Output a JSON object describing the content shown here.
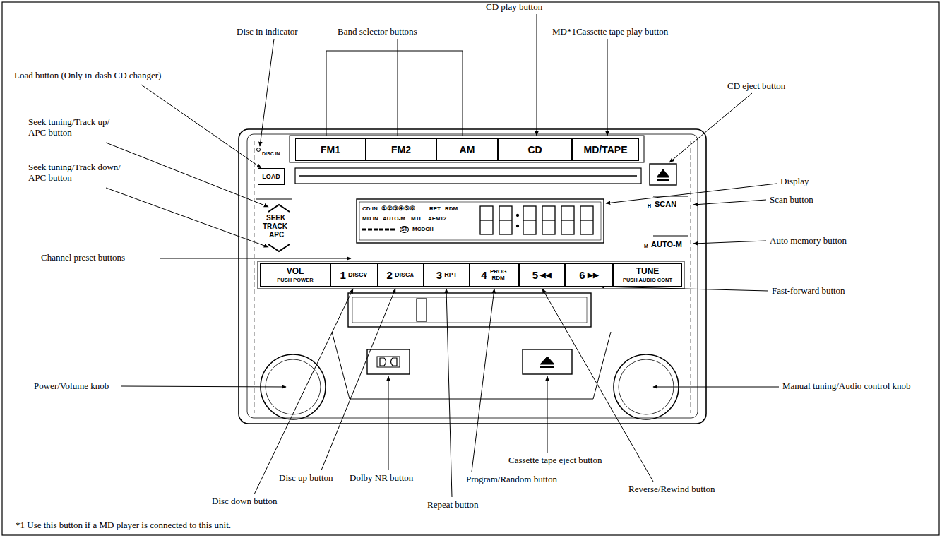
{
  "diagram": {
    "nodes": [
      {
        "text": [
          "LOAD"
        ]
      },
      {
        "text": [
          "FM1"
        ]
      },
      {
        "text": [
          "FM2"
        ]
      },
      {
        "text": [
          "AM"
        ]
      },
      {
        "text": [
          "CD"
        ]
      },
      {
        "text": [
          "MD/TAPE"
        ]
      },
      {
        "text": [
          "VOL",
          "PUSH POWER"
        ]
      },
      {
        "text": [
          "1",
          "DISC∨"
        ]
      },
      {
        "text": [
          "2",
          "DISC∧"
        ]
      },
      {
        "text": [
          "3",
          "RPT"
        ]
      },
      {
        "text": [
          "4",
          "PROG RDM"
        ]
      },
      {
        "text": [
          "5",
          "◀◀"
        ]
      },
      {
        "text": [
          "6",
          "▶▶"
        ]
      },
      {
        "text": [
          "TUNE",
          "PUSH AUDIO CONT"
        ]
      }
    ],
    "labels": [
      "CD play button",
      "Disc in indicator",
      "Band selector buttons",
      "MD*1Cassette tape play button",
      "Load button (Only in-dash CD changer)",
      "CD eject button",
      "Seek tuning/Track up/ APC button",
      "Display",
      "Seek tuning/Track down/ APC button",
      "Scan button",
      "Channel preset buttons",
      "Auto memory button",
      "Fast-forward button",
      "Power/Volume knob",
      "Manual tuning/Audio control knob",
      "Cassette tape eject button",
      "Dolby NR button",
      "Disc up button",
      "Program/Random button",
      "Reverse/Rewind button",
      "Disc down button",
      "Repeat button",
      "*1 Use this button if a MD player is connected to this unit.",
      "DISC IN",
      "SEEK",
      "TRACK",
      "APC",
      "H",
      "SCAN",
      "M",
      "AUTO-M",
      "CD IN",
      "①②③④⑤⑥",
      "RPT",
      "RDM",
      "MD IN",
      "AUTO-M",
      "MTL",
      "AFM12",
      "ST",
      "MCDCH"
    ]
  }
}
